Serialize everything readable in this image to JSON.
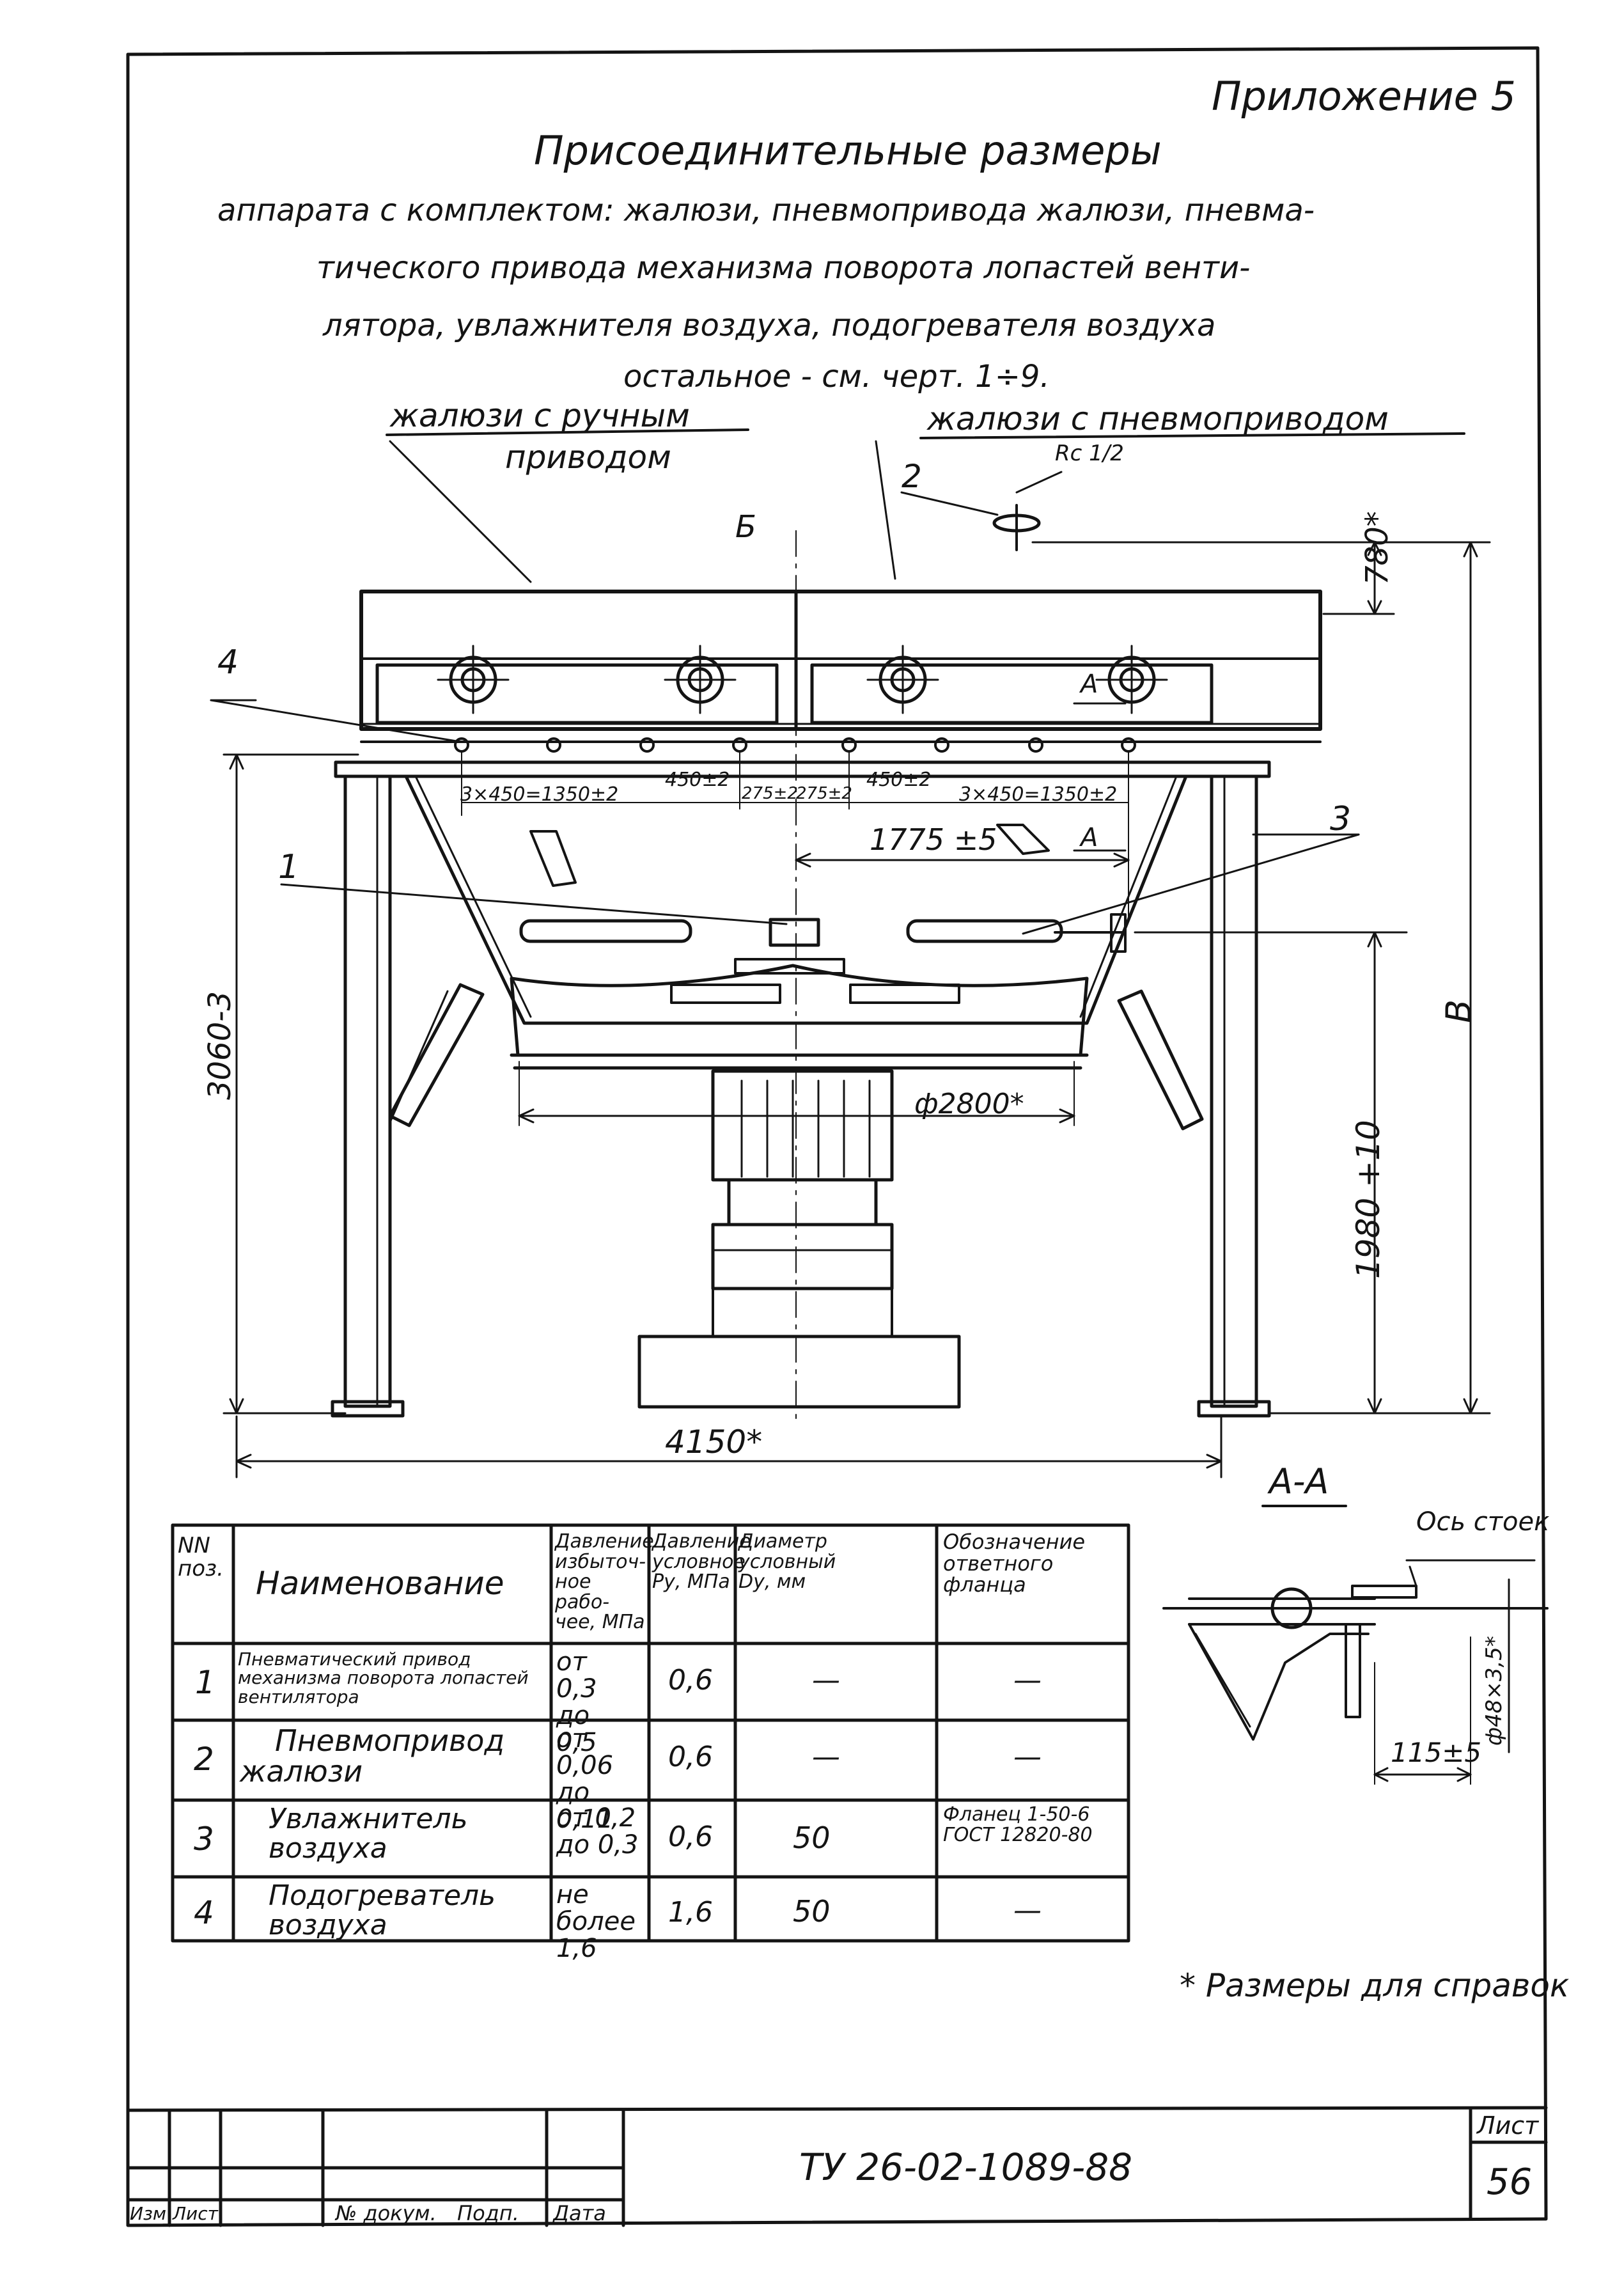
{
  "header": {
    "appendix": "Приложение 5",
    "title": "Присоединительные размеры",
    "subtitle_line1": "аппарата с комплектом: жалюзи, пневмопривода жалюзи, пневма-",
    "subtitle_line2": "тического привода механизма поворота лопастей венти-",
    "subtitle_line3": "лятора, увлажнителя воздуха, подогревателя воздуха",
    "subtitle_line4": "остальное - см. черт. 1÷9."
  },
  "drawing": {
    "label_manual_1": "жалюзи с ручным",
    "label_manual_2": "приводом",
    "label_pneumatic": "жалюзи с пневмоприводом",
    "callout_1": "1",
    "callout_2": "2",
    "callout_3": "3",
    "callout_4": "4",
    "thread": "Rc 1/2",
    "dim_780": "780*",
    "dim_B": "В",
    "dim_3060": "3060-3",
    "dim_1980": "1980 +10",
    "dim_4150": "4150*",
    "dim_1775": "1775 ±5",
    "dim_2800": "ф2800*",
    "dim_left_pitch": "3×450=1350±2",
    "dim_right_pitch": "3×450=1350±2",
    "dim_450_left": "450±2",
    "dim_450_right": "450±2",
    "dim_275_left": "275±2",
    "dim_275_right": "275±2",
    "section_mark_a1": "А",
    "section_mark_a2": "А",
    "section_mark_ii": "Б"
  },
  "section_aa": {
    "title": "А-А",
    "axis_label": "Ось стоек",
    "dim_115": "115±5",
    "dim_pipe": "ф48×3,5*"
  },
  "table": {
    "headers": {
      "pos": "NN поз.",
      "name": "Наименование",
      "pressure_work": "Давление избыточ-ное рабо-чее, МПа",
      "pressure_nominal": "Давление условное Ру, МПа",
      "diameter": "Диаметр условный Dу, мм",
      "flange": "Обозначение ответного фланца"
    },
    "rows": [
      {
        "pos": "1",
        "name": "Пневматический привод механизма поворота лопастей вентилятора",
        "pw": "от 0,3 до 0,5",
        "pn": "0,6",
        "dn": "—",
        "flange": "—"
      },
      {
        "pos": "2",
        "name": "Пневмопривод жалюзи",
        "pw": "от 0,06 до 0,11",
        "pn": "0,6",
        "dn": "—",
        "flange": "—"
      },
      {
        "pos": "3",
        "name": "Увлажнитель воздуха",
        "pw": "от 0,2 до 0,3",
        "pn": "0,6",
        "dn": "50",
        "flange": "Фланец 1-50-6 ГОСТ 12820-80"
      },
      {
        "pos": "4",
        "name": "Подогреватель воздуха",
        "pw": "не более 1,6",
        "pn": "1,6",
        "dn": "50",
        "flange": "—"
      }
    ]
  },
  "footnote": "* Размеры для справок",
  "title_block": {
    "doc_number": "ТУ 26-02-1089-88",
    "sheet_label": "Лист",
    "sheet_number": "56",
    "col_izm": "Изм",
    "col_list": "Лист",
    "col_doc": "№ докум.",
    "col_sign": "Подп.",
    "col_date": "Дата"
  }
}
